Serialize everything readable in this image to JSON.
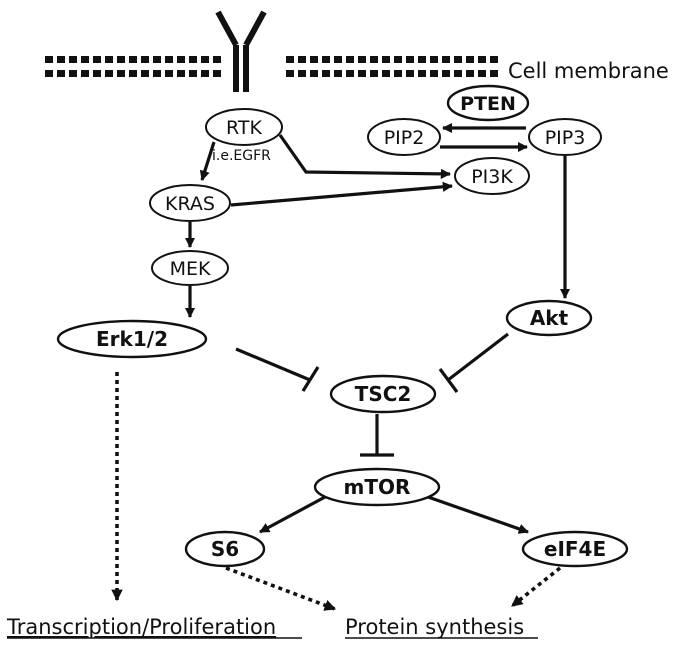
{
  "membrane": {
    "label": "Cell membrane"
  },
  "nodes": {
    "rtk": {
      "label": "RTK"
    },
    "rtk_note": {
      "label": "i.e.EGFR"
    },
    "pten": {
      "label": "PTEN"
    },
    "pip2": {
      "label": "PIP2"
    },
    "pip3": {
      "label": "PIP3"
    },
    "pi3k": {
      "label": "PI3K"
    },
    "kras": {
      "label": "KRAS"
    },
    "mek": {
      "label": "MEK"
    },
    "erk": {
      "label": "Erk1/2"
    },
    "akt": {
      "label": "Akt"
    },
    "tsc2": {
      "label": "TSC2"
    },
    "mtor": {
      "label": "mTOR"
    },
    "s6": {
      "label": "S6"
    },
    "eif4e": {
      "label": "eIF4E"
    }
  },
  "outcomes": {
    "transcription": "Transcription/Proliferation",
    "protein": "Protein synthesis"
  },
  "colors": {
    "ink": "#111111",
    "background": "#ffffff"
  }
}
